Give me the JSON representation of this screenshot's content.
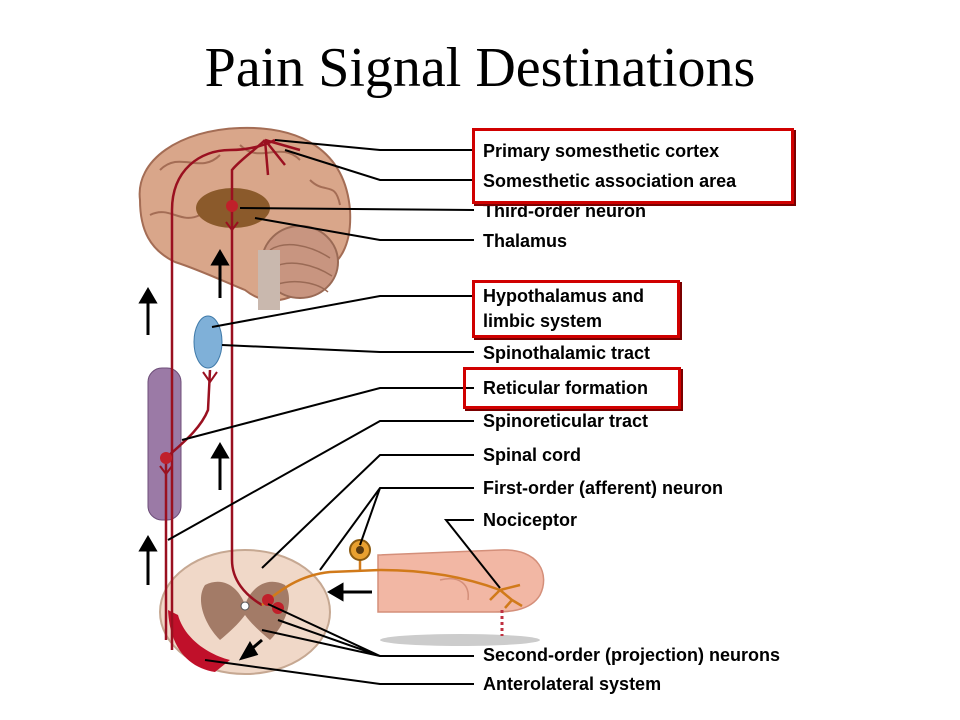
{
  "title": "Pain Signal Destinations",
  "labels": {
    "primary_cortex": "Primary somesthetic cortex",
    "assoc_area": "Somesthetic association area",
    "third_order": "Third-order neuron",
    "thalamus": "Thalamus",
    "hypothalamus_1": "Hypothalamus and",
    "hypothalamus_2": "limbic system",
    "spinothalamic": "Spinothalamic tract",
    "reticular": "Reticular formation",
    "spinoreticular": "Spinoreticular tract",
    "spinal_cord": "Spinal cord",
    "first_order": "First-order (afferent) neuron",
    "nociceptor": "Nociceptor",
    "second_order": "Second-order (projection) neurons",
    "anterolateral": "Anterolateral system"
  },
  "highlight_color": "#d00000"
}
